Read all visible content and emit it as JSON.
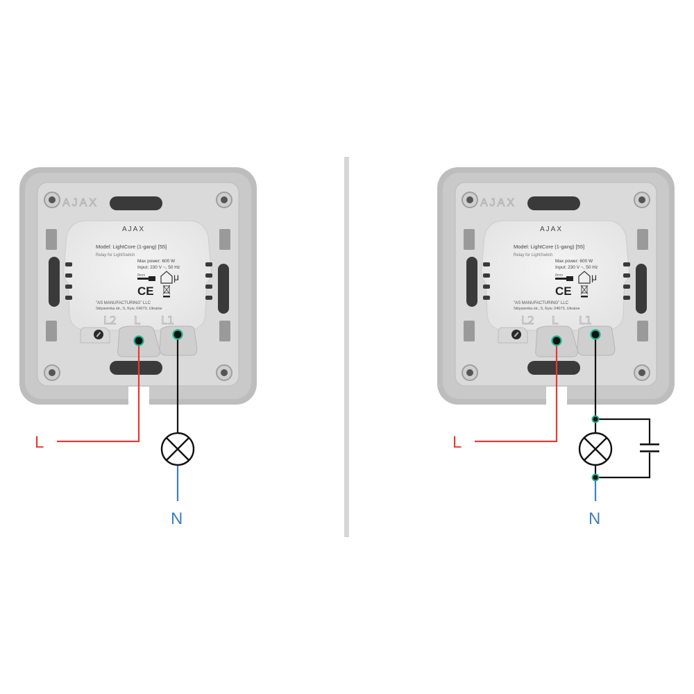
{
  "colors": {
    "live": "#e53935",
    "neutral": "#3d7fc4",
    "load_wire": "#111111",
    "terminal_ring": "#18b58f",
    "frame_outer": "#bfbfbf",
    "frame_inner": "#d3d3d3",
    "relay_body": "#eeeeee",
    "divider": "#d6d6d6"
  },
  "diagrams": [
    {
      "id": "without-bypass",
      "device": {
        "brand": "AJAX",
        "model": "Model: LightCore (1-gang) [55]",
        "subtitle": "Relay for LightSwitch",
        "max_power": "Max power: 600 W",
        "input": "Input: 230 V ~, 50 Hz",
        "manufacturer": "\"AS MANUFACTURING\" LLC",
        "address": "Sklyarenka str., 5, Kyiv, 04073, Ukraine",
        "strip_length": "8mm",
        "marks": "CE",
        "terminals": [
          "L2",
          "L",
          "L1"
        ]
      },
      "wires": {
        "live_label": "L",
        "neutral_label": "N"
      },
      "load": {
        "type": "lamp",
        "bypass_capacitor": false
      }
    },
    {
      "id": "with-bypass",
      "device": {
        "brand": "AJAX",
        "model": "Model: LightCore (1-gang) [55]",
        "subtitle": "Relay for LightSwitch",
        "max_power": "Max power: 600 W",
        "input": "Input: 230 V ~, 50 Hz",
        "manufacturer": "\"AS MANUFACTURING\" LLC",
        "address": "Sklyarenka str., 5, Kyiv, 04073, Ukraine",
        "strip_length": "8mm",
        "marks": "CE",
        "terminals": [
          "L2",
          "L",
          "L1"
        ]
      },
      "wires": {
        "live_label": "L",
        "neutral_label": "N"
      },
      "load": {
        "type": "lamp",
        "bypass_capacitor": true
      }
    }
  ]
}
